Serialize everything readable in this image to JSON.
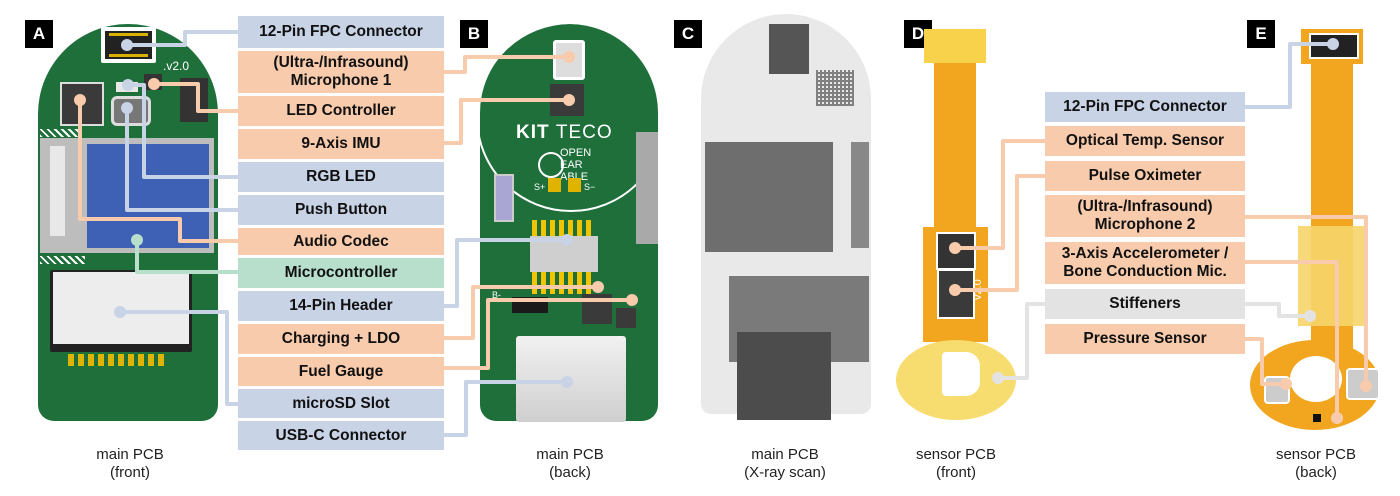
{
  "panels": [
    {
      "letter": "A",
      "caption_line1": "main PCB",
      "caption_line2": "(front)"
    },
    {
      "letter": "B",
      "caption_line1": "main PCB",
      "caption_line2": "(back)"
    },
    {
      "letter": "C",
      "caption_line1": "main PCB",
      "caption_line2": "(X-ray scan)"
    },
    {
      "letter": "D",
      "caption_line1": "sensor PCB",
      "caption_line2": "(front)"
    },
    {
      "letter": "E",
      "caption_line1": "sensor PCB",
      "caption_line2": "(back)"
    }
  ],
  "main_labels": [
    {
      "text": "12-Pin FPC Connector",
      "category": "blue"
    },
    {
      "text": "(Ultra-/Infrasound)\nMicrophone 1",
      "category": "orange"
    },
    {
      "text": "LED Controller",
      "category": "orange"
    },
    {
      "text": "9-Axis IMU",
      "category": "orange"
    },
    {
      "text": "RGB LED",
      "category": "blue"
    },
    {
      "text": "Push Button",
      "category": "blue"
    },
    {
      "text": "Audio Codec",
      "category": "orange"
    },
    {
      "text": "Microcontroller",
      "category": "green"
    },
    {
      "text": "14-Pin Header",
      "category": "blue"
    },
    {
      "text": "Charging + LDO",
      "category": "orange"
    },
    {
      "text": "Fuel Gauge",
      "category": "orange"
    },
    {
      "text": "microSD Slot",
      "category": "blue"
    },
    {
      "text": "USB-C Connector",
      "category": "blue"
    }
  ],
  "sensor_labels": [
    {
      "text": "12-Pin FPC Connector",
      "category": "blue"
    },
    {
      "text": "Optical Temp. Sensor",
      "category": "orange"
    },
    {
      "text": "Pulse Oximeter",
      "category": "orange"
    },
    {
      "text": "(Ultra-/Infrasound)\nMicrophone 2",
      "category": "orange"
    },
    {
      "text": "3-Axis Accelerometer /\nBone Conduction Mic.",
      "category": "orange"
    },
    {
      "text": "Stiffeners",
      "category": "gray"
    },
    {
      "text": "Pressure Sensor",
      "category": "orange"
    }
  ],
  "board_markings": {
    "front_version": ".v2.0",
    "sensor_version": "v2.0",
    "logo_kit": "KIT",
    "logo_teco": "TECO",
    "logo_open": "OPEN",
    "logo_ear": "EAR",
    "logo_able": "ABLE",
    "pad_s_plus": "S+",
    "pad_s_minus": "S−",
    "pad_b_minus": "B-"
  },
  "colors": {
    "blue": "#c9d3e6",
    "orange": "#f8cbad",
    "green": "#b7dfcc",
    "gray": "#e3e3e3",
    "pcb_green": "#1e6f3a",
    "flex_orange": "#f2a51f",
    "stiffener_yellow": "#f7dc6f"
  }
}
